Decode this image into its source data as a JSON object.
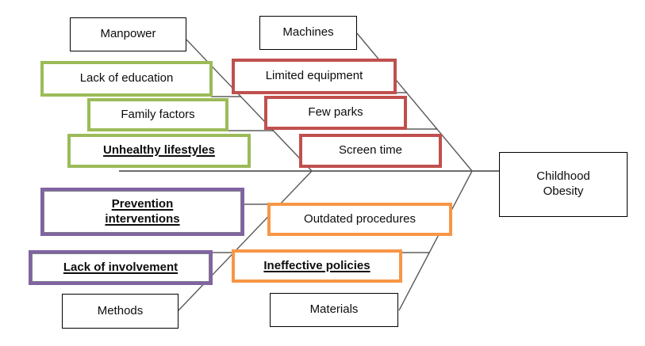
{
  "fishbone": {
    "effect": {
      "label": "Childhood\nObesity"
    },
    "categories": {
      "manpower": {
        "label": "Manpower"
      },
      "machines": {
        "label": "Machines"
      },
      "methods": {
        "label": "Methods"
      },
      "materials": {
        "label": "Materials"
      }
    },
    "causes": {
      "lack_of_education": {
        "label": "Lack of education",
        "category": "Manpower",
        "accent": "#9bbb59",
        "emphasized": false
      },
      "family_factors": {
        "label": "Family factors",
        "category": "Manpower",
        "accent": "#9bbb59",
        "emphasized": false
      },
      "unhealthy_lifestyles": {
        "label": "Unhealthy lifestyles",
        "category": "Manpower",
        "accent": "#9bbb59",
        "emphasized": true
      },
      "limited_equipment": {
        "label": "Limited equipment",
        "category": "Machines",
        "accent": "#c0504d",
        "emphasized": false
      },
      "few_parks": {
        "label": "Few parks",
        "category": "Machines",
        "accent": "#c0504d",
        "emphasized": false
      },
      "screen_time": {
        "label": "Screen time",
        "category": "Machines",
        "accent": "#c0504d",
        "emphasized": false
      },
      "prevention_interventions": {
        "label": "Prevention\ninterventions",
        "category": "Methods",
        "accent": "#8064a2",
        "emphasized": true
      },
      "lack_of_involvement": {
        "label": "Lack of involvement",
        "category": "Methods",
        "accent": "#8064a2",
        "emphasized": true
      },
      "outdated_procedures": {
        "label": "Outdated procedures",
        "category": "Materials",
        "accent": "#f79646",
        "emphasized": false
      },
      "ineffective_policies": {
        "label": "Ineffective policies",
        "category": "Materials",
        "accent": "#f79646",
        "emphasized": true
      }
    },
    "colors": {
      "manpower_branch": "#9bbb59",
      "machines_branch": "#c0504d",
      "methods_branch": "#8064a2",
      "materials_branch": "#f79646",
      "plain_box_border": "#000000",
      "connector_line": "#595959"
    }
  }
}
